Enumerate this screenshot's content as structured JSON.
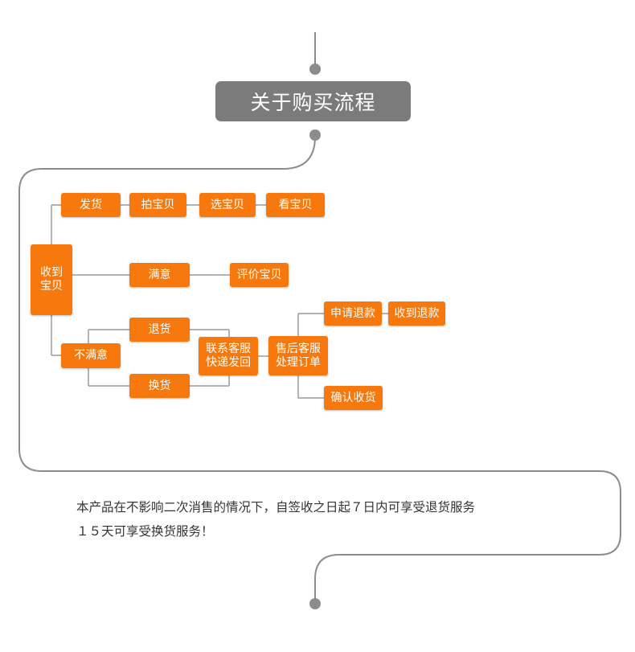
{
  "title": "关于购买流程",
  "nodes": {
    "receive": "收到\n宝贝",
    "ship": "发货",
    "bid": "拍宝贝",
    "select": "选宝贝",
    "view": "看宝贝",
    "satisfied": "满意",
    "review": "评价宝贝",
    "unsatisfied": "不满意",
    "return": "退货",
    "exchange": "换货",
    "contact": "联系客服\n快递发回",
    "aftersales": "售后客服\n处理订单",
    "refund_apply": "申请退款",
    "refund_receive": "收到退款",
    "confirm": "确认收货"
  },
  "notes": {
    "line1": "本产品在不影响二次消售的情况下，自签收之日起７日内可享受退货服务",
    "line2": "１５天可享受换货服务！"
  },
  "colors": {
    "accent": "#f7790e",
    "title_bg": "#7b7b7b",
    "line": "#8c8c8c"
  }
}
